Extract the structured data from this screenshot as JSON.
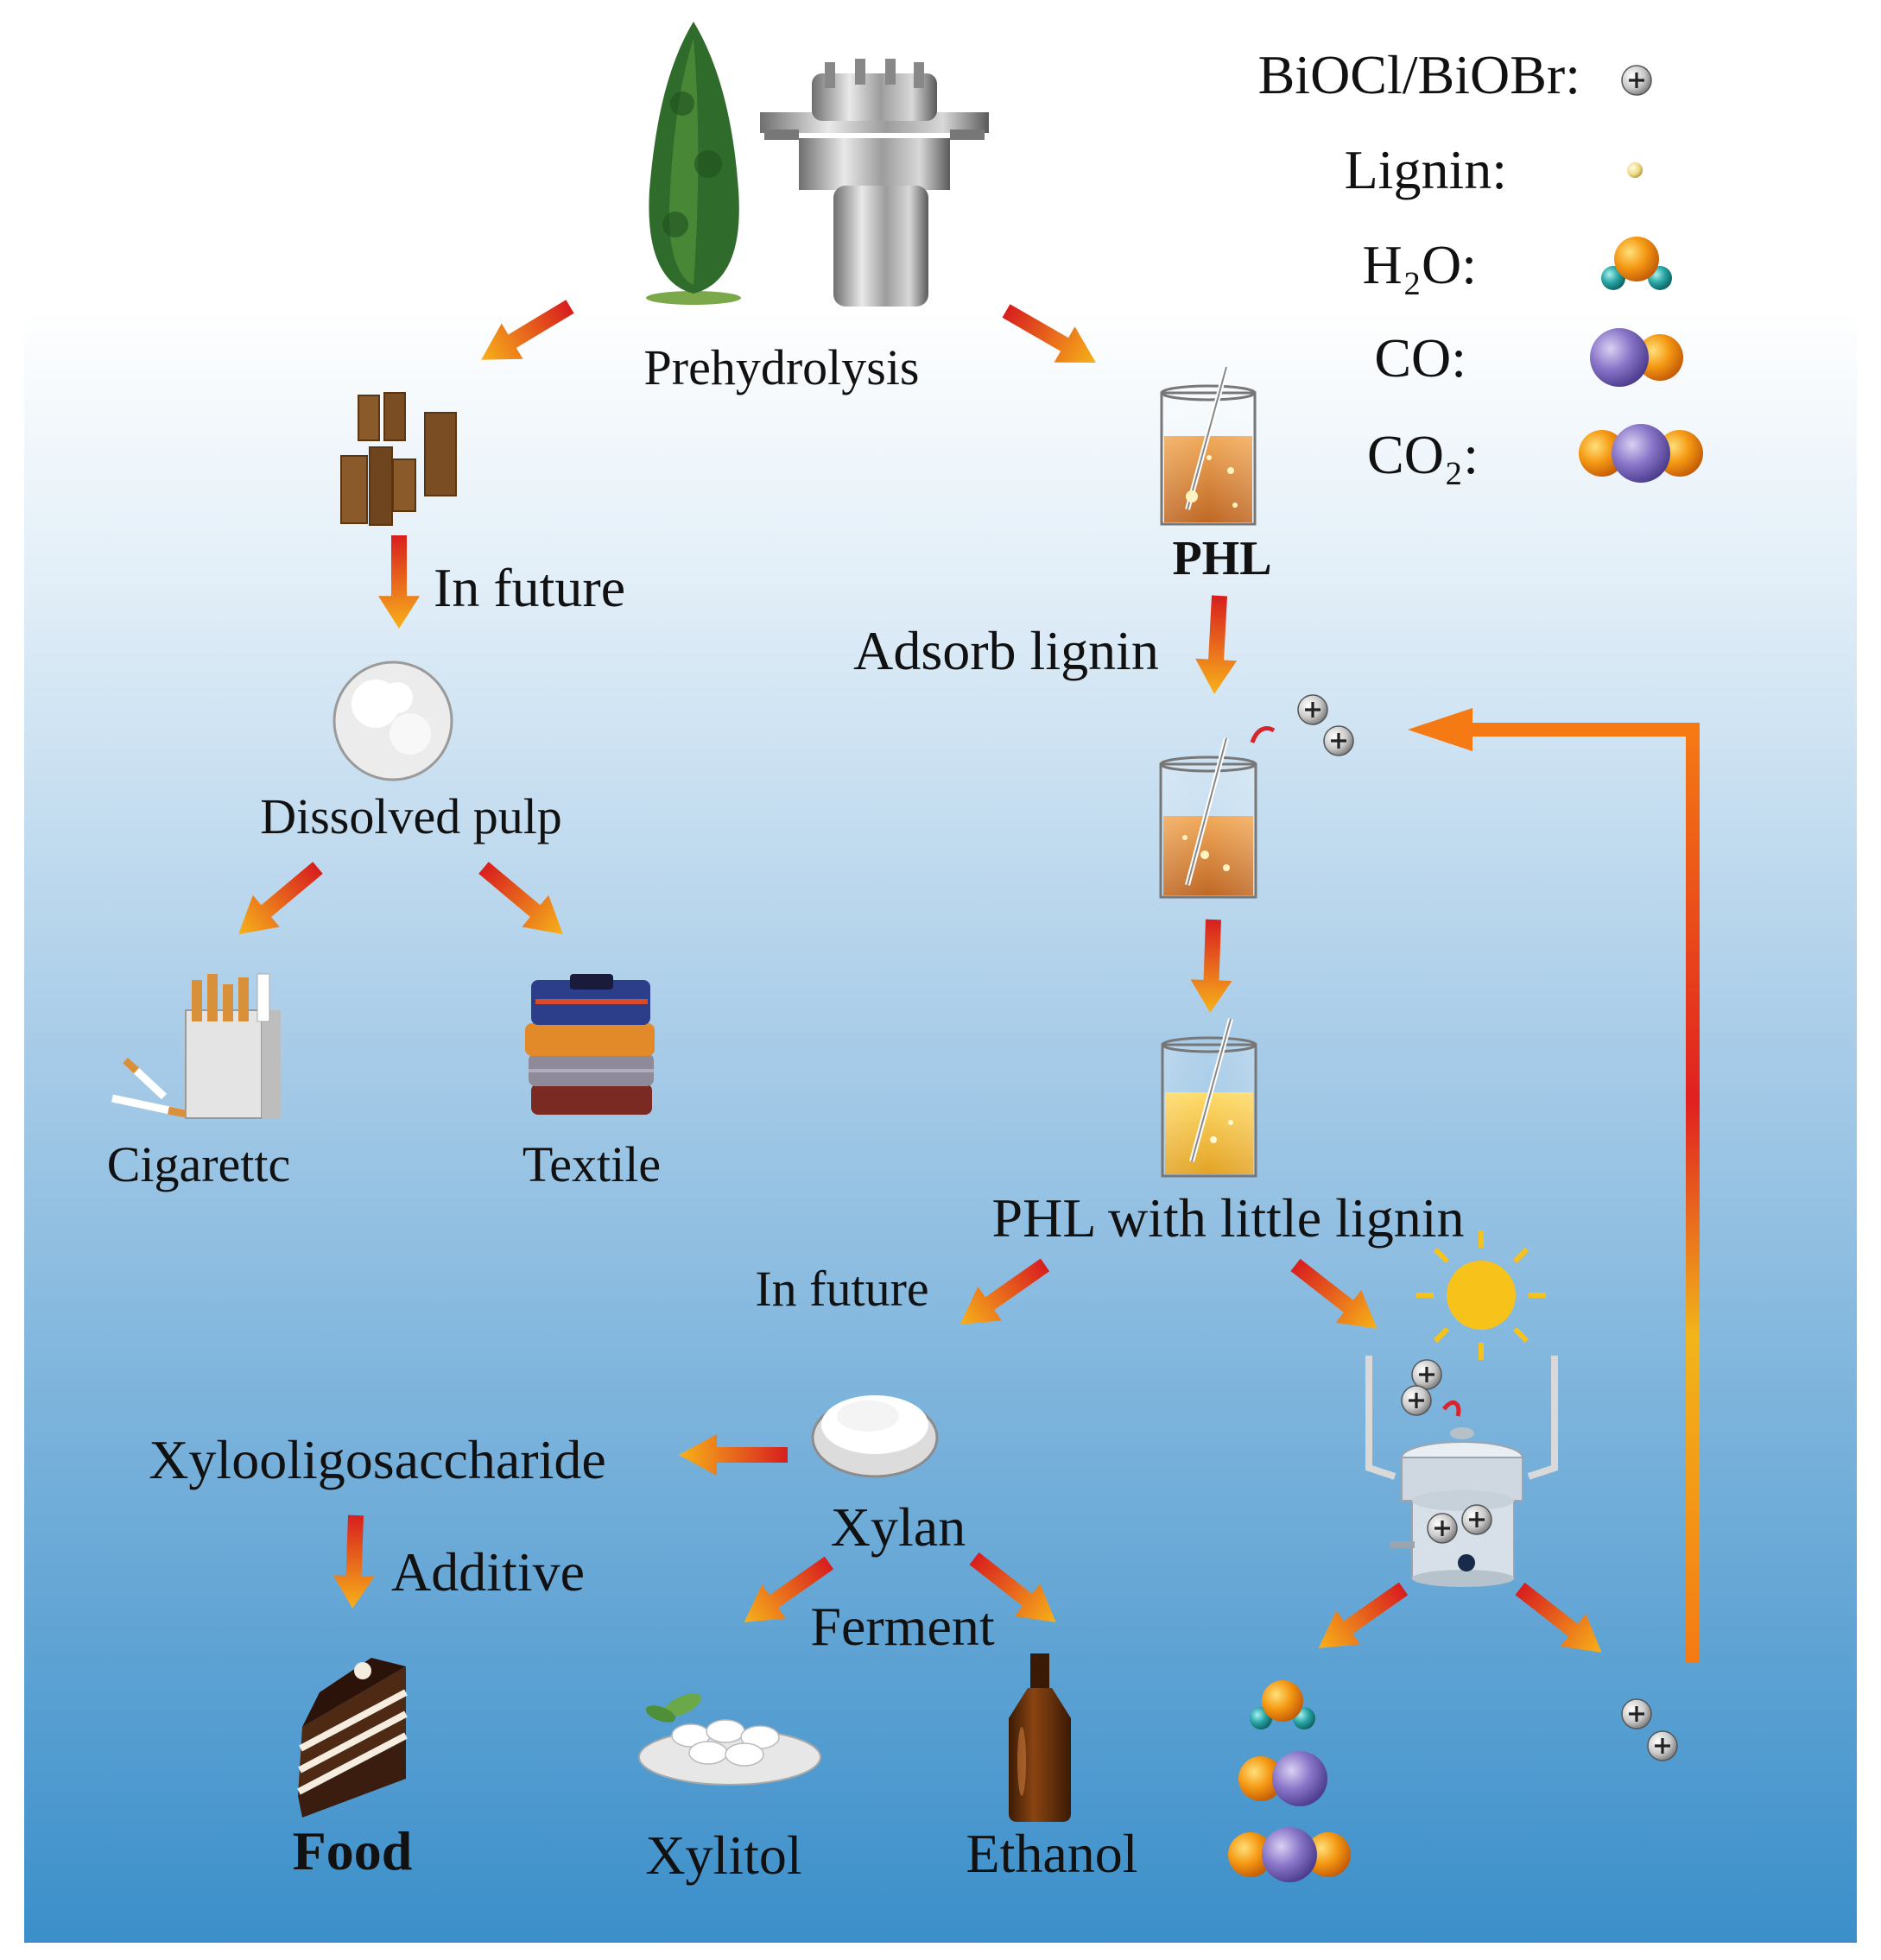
{
  "legend": {
    "items": [
      {
        "label": "BiOCl/BiOBr:",
        "icon": "catalyst-plus-icon"
      },
      {
        "label": "Lignin:",
        "icon": "lignin-dot-icon"
      },
      {
        "label": "H₂O:",
        "icon": "water-molecule-icon"
      },
      {
        "label": "CO:",
        "icon": "co-molecule-icon"
      },
      {
        "label": "CO₂:",
        "icon": "co2-molecule-icon"
      }
    ]
  },
  "labels": {
    "prehydrolysis": "Prehydrolysis",
    "phl": "PHL",
    "adsorb_lignin": "Adsorb lignin",
    "in_future_top": "In future",
    "dissolved_pulp": "Dissolved pulp",
    "cigarette": "Cigarettc",
    "textile": "Textile",
    "phl_little_lignin": "PHL with little lignin",
    "in_future_bottom": "In future",
    "xylooligosaccharide": "Xylooligosaccharide",
    "xylan": "Xylan",
    "additive": "Additive",
    "ferment": "Ferment",
    "food": "Food",
    "xylitol": "Xylitol",
    "ethanol": "Ethanol"
  },
  "colors": {
    "background_top": "#ffffff",
    "background_upper": "#dcecf6",
    "background_lower": "#3b8fca",
    "arrow_start": "#d81e1e",
    "arrow_end": "#f7b21a",
    "liquid_orange": "#d9771f",
    "liquid_yellow": "#f2b51a",
    "oxygen_orange": "#f59a14",
    "carbon_purple": "#8a76c9",
    "hydrogen_teal": "#2aa6a6"
  }
}
